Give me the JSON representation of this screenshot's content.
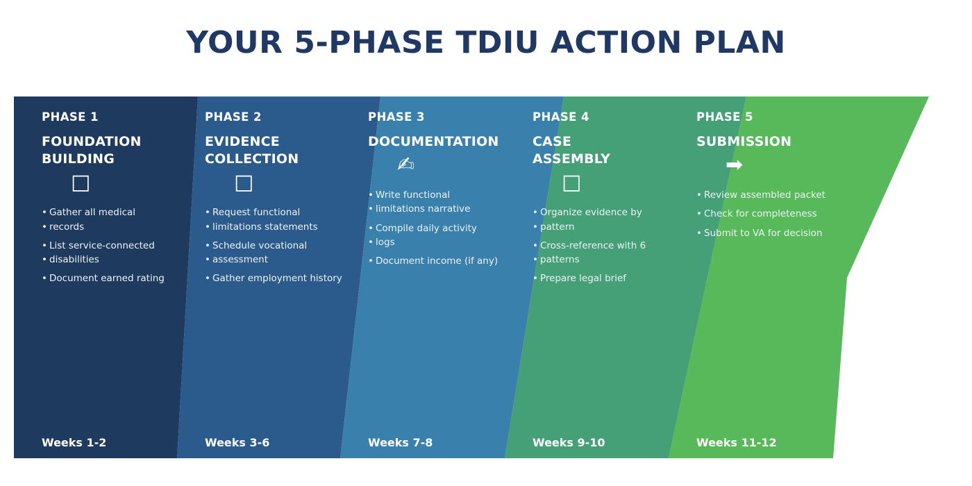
{
  "title": "YOUR 5-PHASE TDIU ACTION PLAN",
  "title_color": "#1f3864",
  "phases": [
    {
      "label": "PHASE 1",
      "name_line1": "FOUNDATION",
      "name_line2": "BUILDING",
      "icon": "□",
      "icon_name": "missing-glyph-icon",
      "color": "#1e3a5f",
      "bullets": [
        [
          "Gather all medical",
          "records"
        ],
        [
          "List service-connected",
          "disabilities"
        ],
        [
          "Document earned rating"
        ]
      ],
      "weeks": "Weeks 1-2"
    },
    {
      "label": "PHASE 2",
      "name_line1": "EVIDENCE",
      "name_line2": "COLLECTION",
      "icon": "□",
      "icon_name": "missing-glyph-icon",
      "color": "#2b5a8c",
      "bullets": [
        [
          "Request functional",
          "limitations statements"
        ],
        [
          "Schedule vocational",
          "assessment"
        ],
        [
          "Gather employment history"
        ]
      ],
      "weeks": "Weeks 3-6"
    },
    {
      "label": "PHASE 3",
      "name_line1": "DOCUMENTATION",
      "name_line2": "",
      "icon": "✍",
      "icon_name": "writing-hand-icon",
      "color": "#3980ad",
      "bullets": [
        [
          "Write functional",
          "limitations narrative"
        ],
        [
          "Compile daily activity",
          "logs"
        ],
        [
          "Document income (if any)"
        ]
      ],
      "weeks": "Weeks 7-8"
    },
    {
      "label": "PHASE 4",
      "name_line1": "CASE",
      "name_line2": "ASSEMBLY",
      "icon": "□",
      "icon_name": "missing-glyph-icon",
      "color": "#45a077",
      "bullets": [
        [
          "Organize evidence by",
          "pattern"
        ],
        [
          "Cross-reference with 6",
          "patterns"
        ],
        [
          "Prepare legal brief"
        ]
      ],
      "weeks": "Weeks 9-10"
    },
    {
      "label": "PHASE 5",
      "name_line1": "SUBMISSION",
      "name_line2": "",
      "icon": "➡",
      "icon_name": "right-arrow-icon",
      "color": "#58b95a",
      "bullets": [
        [
          "Review assembled packet"
        ],
        [
          "Check for completeness"
        ],
        [
          "Submit to VA for decision"
        ]
      ],
      "weeks": "Weeks 11-12"
    }
  ]
}
